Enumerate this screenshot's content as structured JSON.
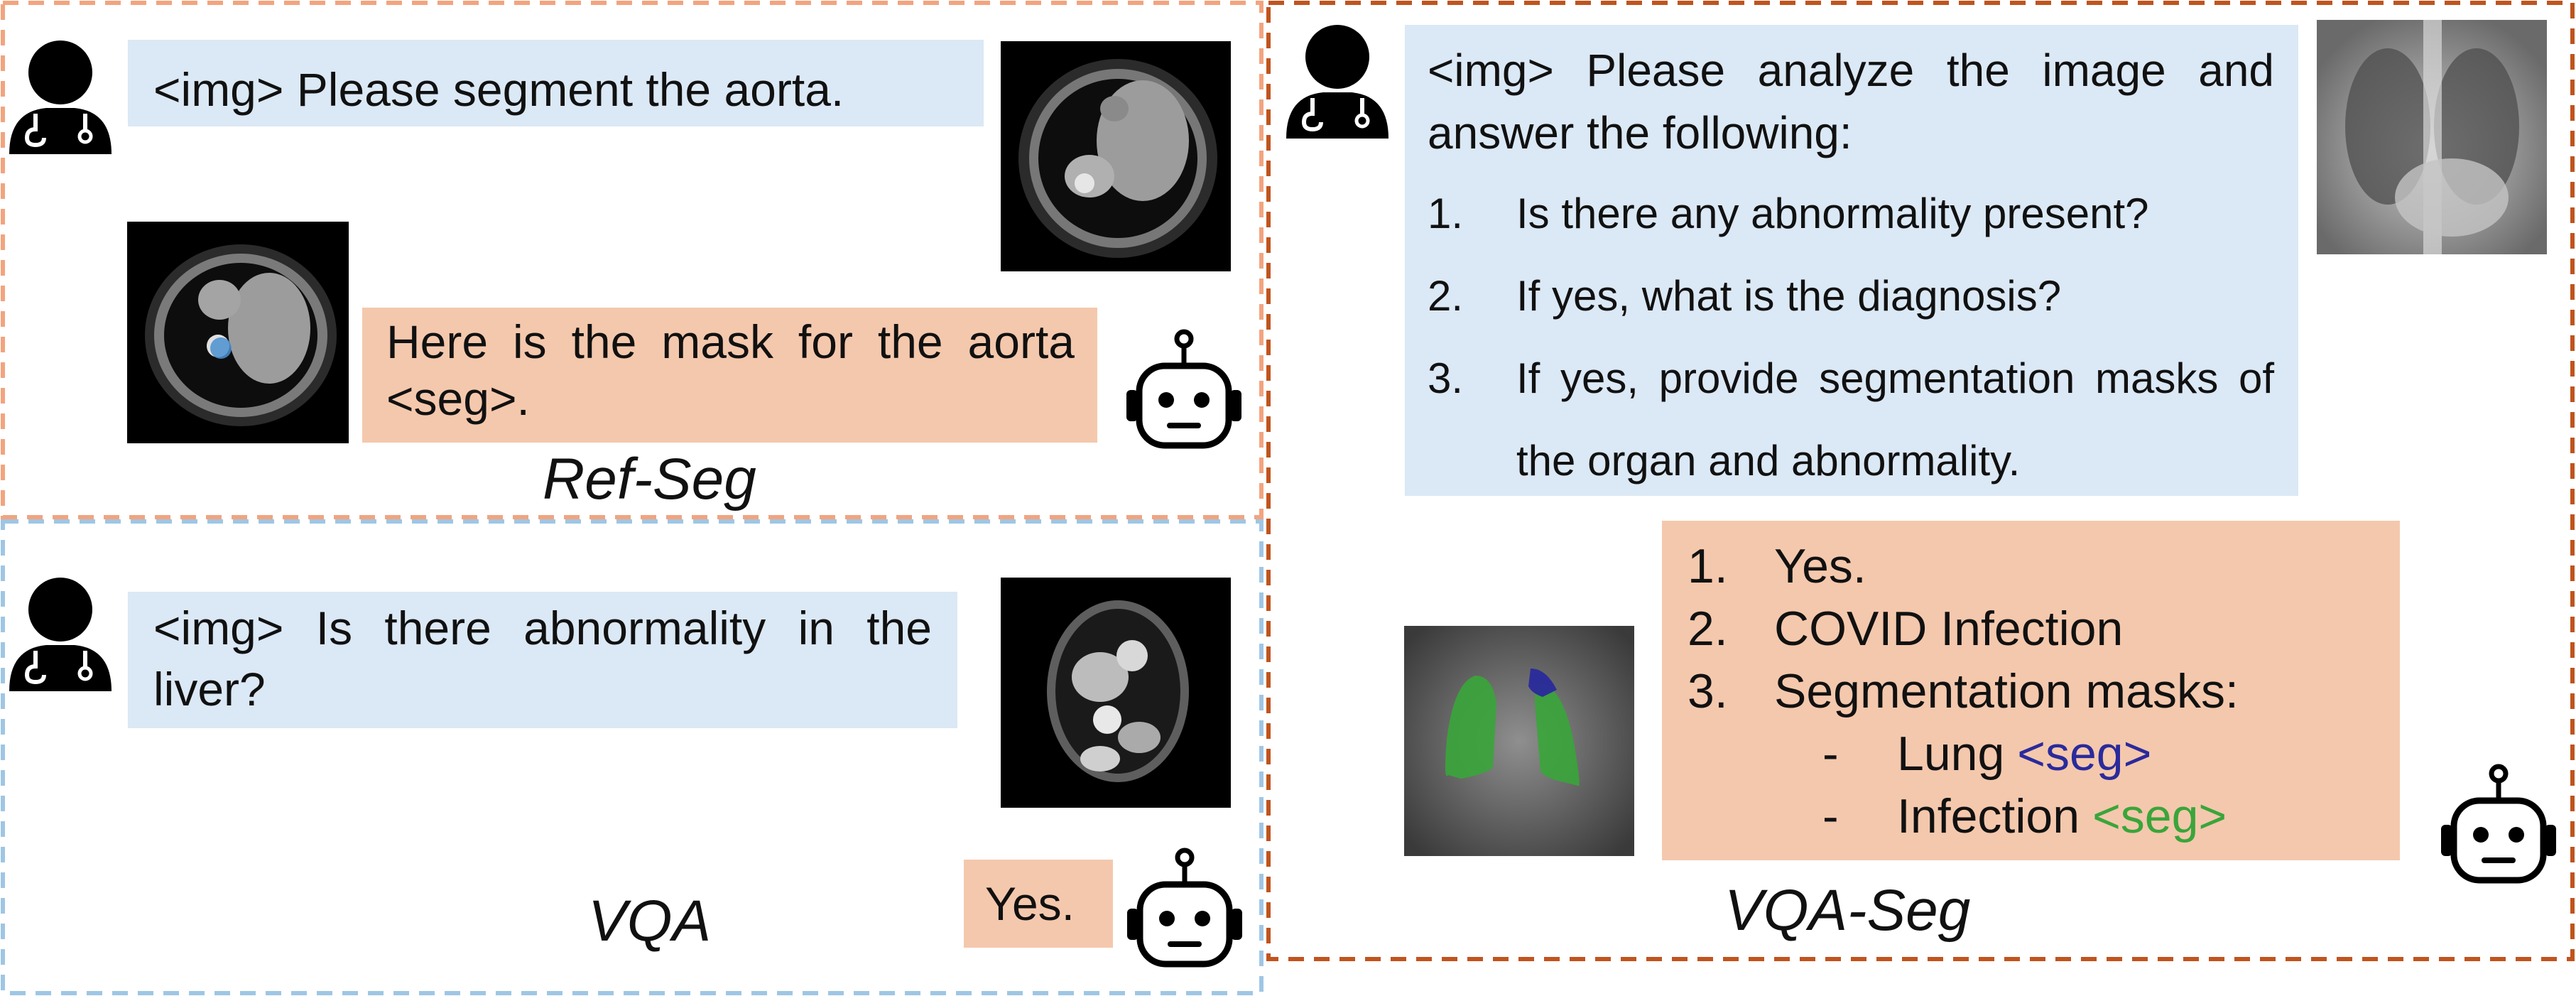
{
  "colors": {
    "user_bubble": "#dbe8f5",
    "bot_bubble": "#f4c8ad",
    "refseg_border": "#f2a47f",
    "vqa_border": "#9fc6e4",
    "vqaseg_border": "#c0541e",
    "lung_mask": "#2a2a9c",
    "infection_mask": "#3aa53a"
  },
  "icons": {
    "user": "doctor-icon",
    "bot": "robot-icon"
  },
  "ref_seg": {
    "label": "Ref-Seg",
    "question": "<img> Please segment the aorta.",
    "answer": "Here is the mask for the aorta <seg>."
  },
  "vqa": {
    "label": "VQA",
    "question": "<img> Is there abnormality in the liver?",
    "answer": "Yes."
  },
  "vqa_seg": {
    "label": "VQA-Seg",
    "question_intro": "<img> Please analyze the image and answer the following:",
    "questions": [
      {
        "num": "1.",
        "text": "Is there any abnormality present?"
      },
      {
        "num": "2.",
        "text": "If yes, what is the diagnosis?"
      },
      {
        "num": "3.",
        "text": "If yes, provide segmentation masks of the organ and abnormality."
      }
    ],
    "answers": [
      {
        "num": "1.",
        "text": "Yes."
      },
      {
        "num": "2.",
        "text": "COVID Infection"
      },
      {
        "num": "3.",
        "text": "Segmentation masks:"
      }
    ],
    "sub_answers": [
      {
        "dash": "-",
        "text": "Lung",
        "tag": "<seg>"
      },
      {
        "dash": "-",
        "text": "Infection",
        "tag": "<seg>"
      }
    ]
  }
}
